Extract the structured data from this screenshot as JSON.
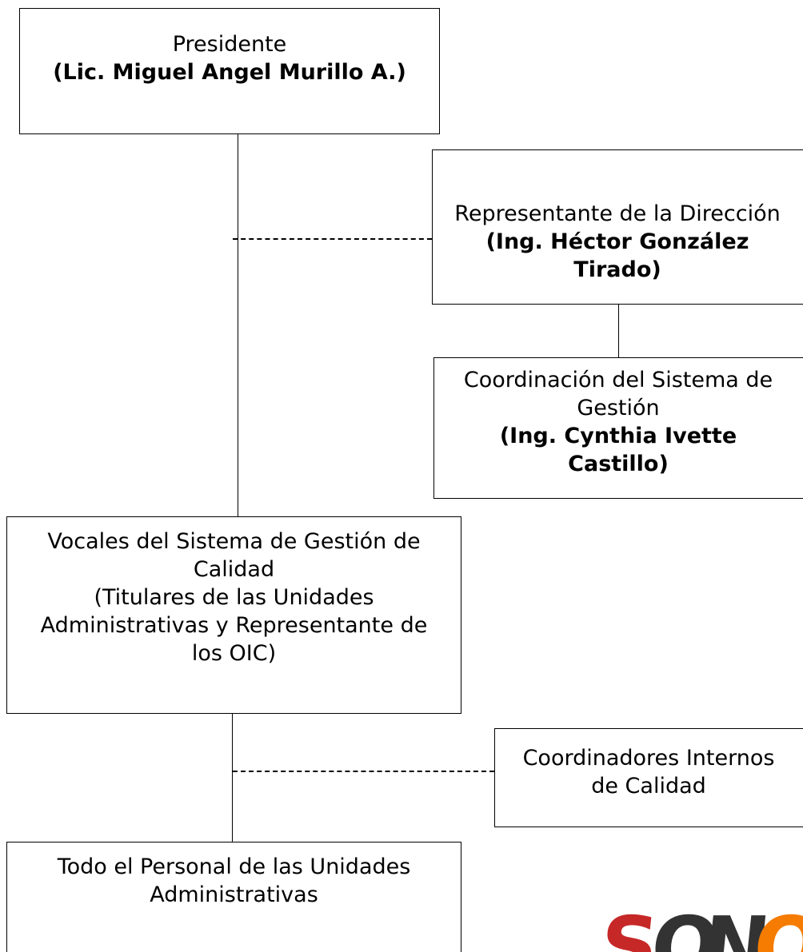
{
  "nodes": {
    "presidente": {
      "title": "Presidente",
      "person": "(Lic. Miguel Angel Murillo A.)"
    },
    "representante": {
      "title": "Representante de la Dirección",
      "person_line1": "(Ing. Héctor González",
      "person_line2": "Tirado)"
    },
    "coordinacion": {
      "title_line1": "Coordinación del Sistema de",
      "title_line2": "Gestión",
      "person_line1": "(Ing. Cynthia Ivette",
      "person_line2": "Castillo)"
    },
    "vocales": {
      "line1": "Vocales del Sistema de Gestión de",
      "line2": "Calidad",
      "line3": "(Titulares de las Unidades",
      "line4": "Administrativas y Representante de",
      "line5": "los OIC)"
    },
    "coordinadores": {
      "line1": "Coordinadores Internos",
      "line2": "de Calidad"
    },
    "personal": {
      "line1": "Todo el Personal de las Unidades",
      "line2": "Administrativas"
    }
  },
  "logo": {
    "text": "SONORA",
    "colors": [
      "#c62828",
      "#333333",
      "#333333",
      "#f57c00",
      "#333333",
      "#f9a825"
    ]
  }
}
